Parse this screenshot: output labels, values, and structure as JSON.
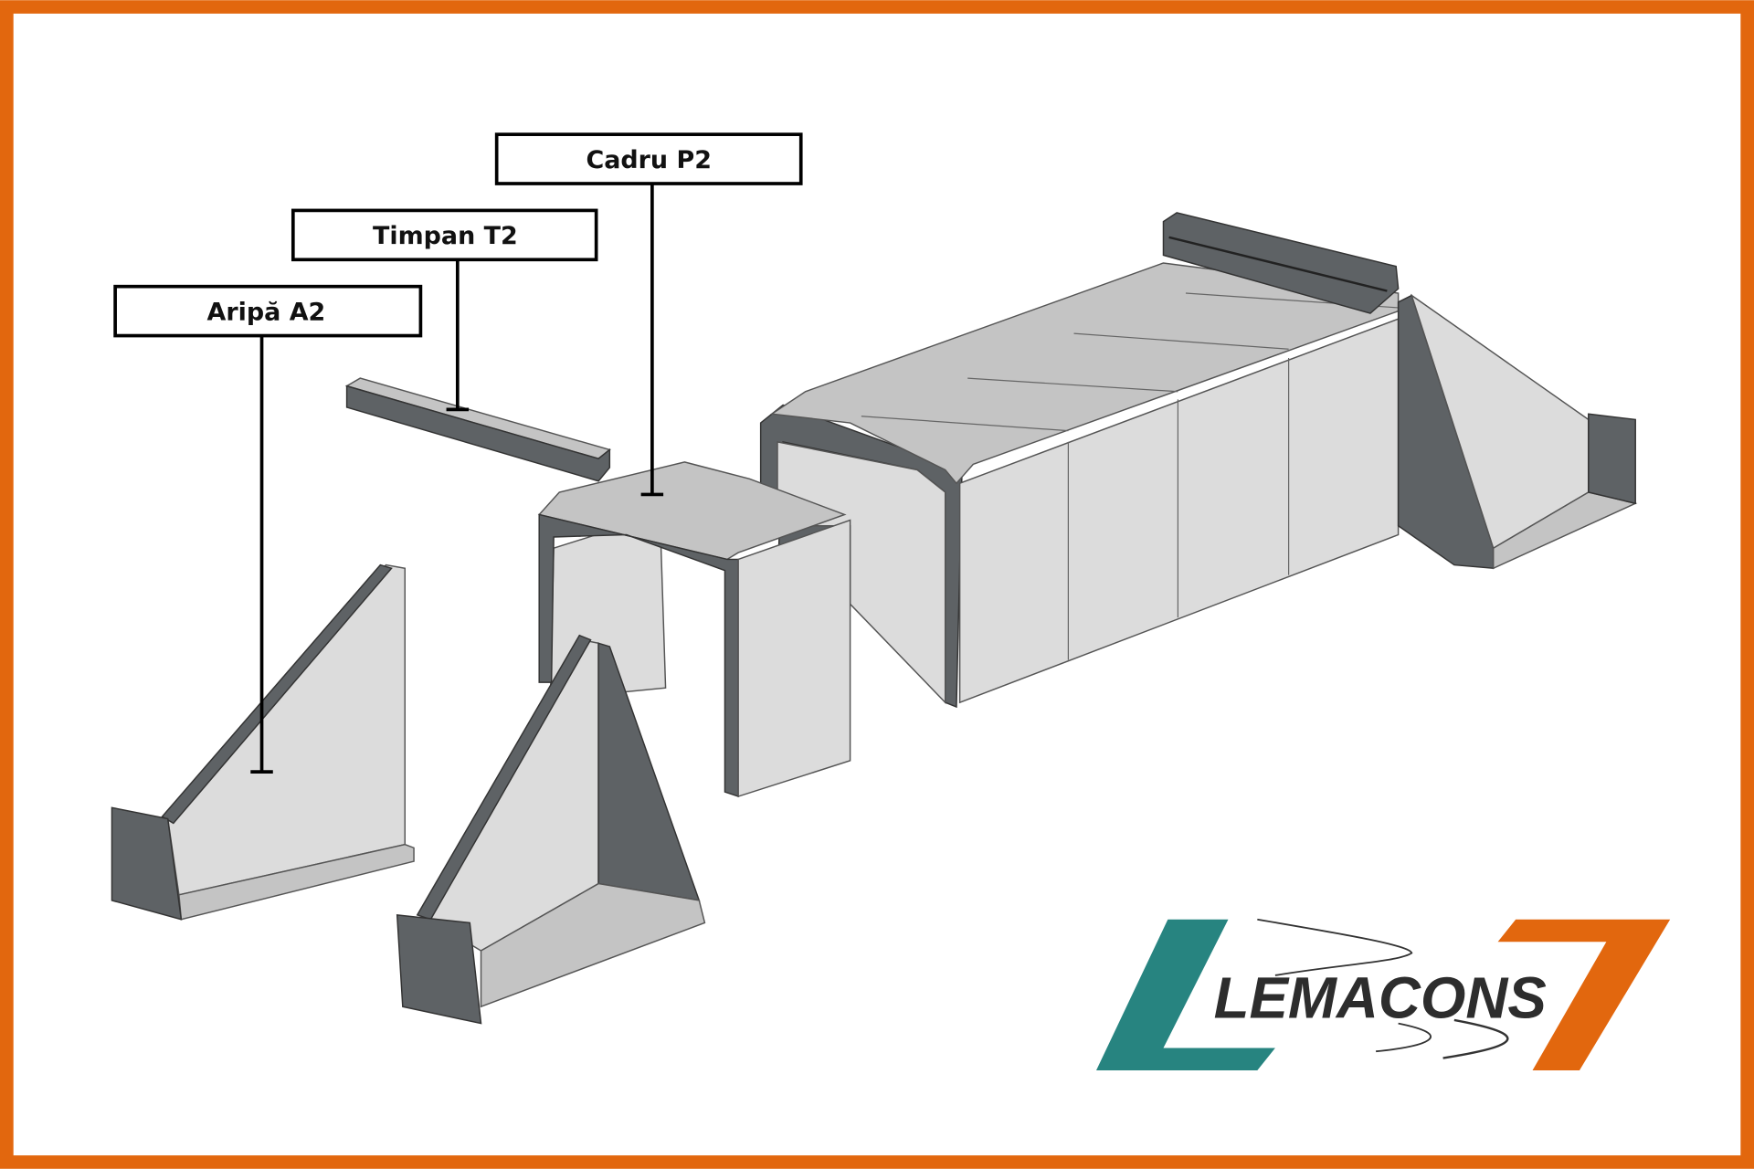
{
  "labels": {
    "cadru": "Cadru P2",
    "timpan": "Timpan T2",
    "aripa": "Aripă A2"
  },
  "logo": {
    "text": "LEMACONS",
    "colors": {
      "teal": "#278480",
      "orange": "#e2670e",
      "text": "#2d2d2d"
    }
  },
  "frame_color": "#e2670e"
}
